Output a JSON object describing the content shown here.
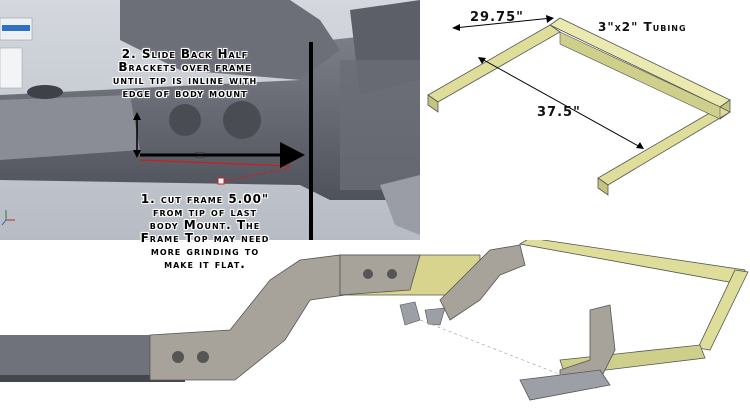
{
  "steps": {
    "step2": [
      "2. Slide Back Half",
      "Brackets over frame",
      "until tip is inline with",
      "edge of body mount"
    ],
    "step1": [
      "1. cut frame 5.00\"",
      "from tip of last",
      "body Mount. The",
      "Frame Top may need",
      "more grinding to",
      "make it flat."
    ]
  },
  "tubing": {
    "title": "3\"x2\" Tubing",
    "width_dimension": "29.75\"",
    "length_dimension": "37.5\""
  },
  "colors": {
    "frame_steel": "#7c7f86",
    "bracket_steel": "#a8a39a",
    "tubing_yellow": "#dede9a",
    "cut_line": "#d11b1b"
  }
}
